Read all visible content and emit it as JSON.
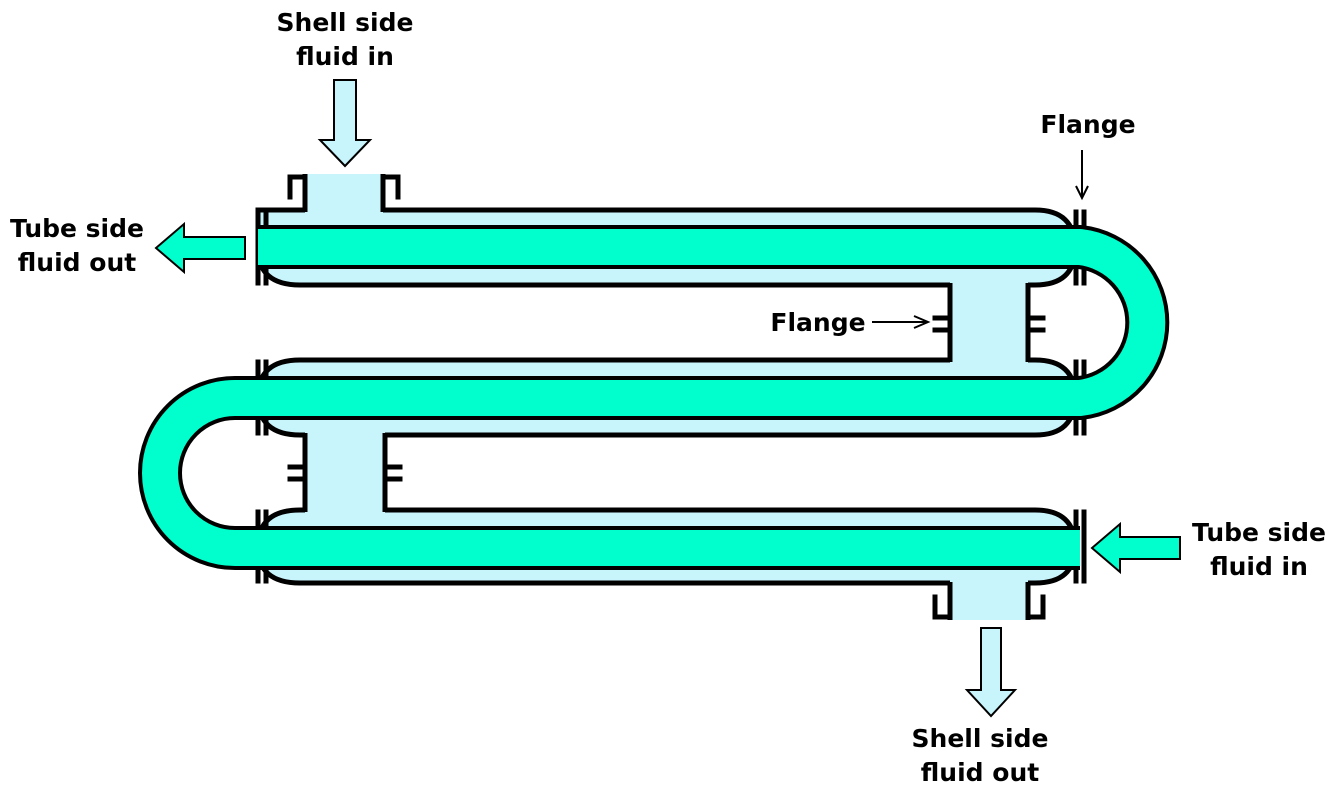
{
  "labels": {
    "shell_in": [
      "Shell side",
      "fluid in"
    ],
    "shell_out": [
      "Shell side",
      "fluid out"
    ],
    "tube_out": [
      "Tube side",
      "fluid out"
    ],
    "tube_in": [
      "Tube side",
      "fluid in"
    ],
    "flange_top": "Flange",
    "flange_mid": "Flange"
  },
  "colors": {
    "shell_fluid": "#c8f4fc",
    "tube_fluid": "#00ffcc",
    "outline": "#000000",
    "background": "#ffffff"
  },
  "icons": {
    "flow_arrow": "block-arrow",
    "pointer_arrow": "thin-arrow"
  }
}
